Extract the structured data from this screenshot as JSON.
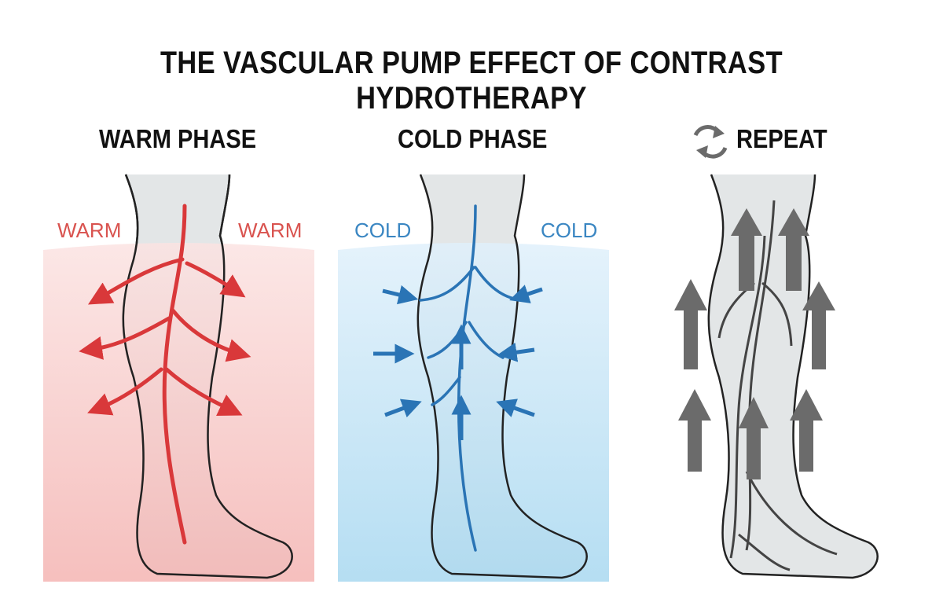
{
  "title": "THE VASCULAR PUMP EFFECT OF CONTRAST HYDROTHERAPY",
  "panels": [
    {
      "heading": "WARM PHASE",
      "labels": [
        "WARM",
        "WARM"
      ],
      "color": "#d9534f"
    },
    {
      "heading": "COLD PHASE",
      "labels": [
        "COLD",
        "COLD"
      ],
      "color": "#3a86c2"
    },
    {
      "heading": "REPEAT",
      "icon": "repeat-cycle-icon",
      "color": "#6b6b6b"
    }
  ]
}
